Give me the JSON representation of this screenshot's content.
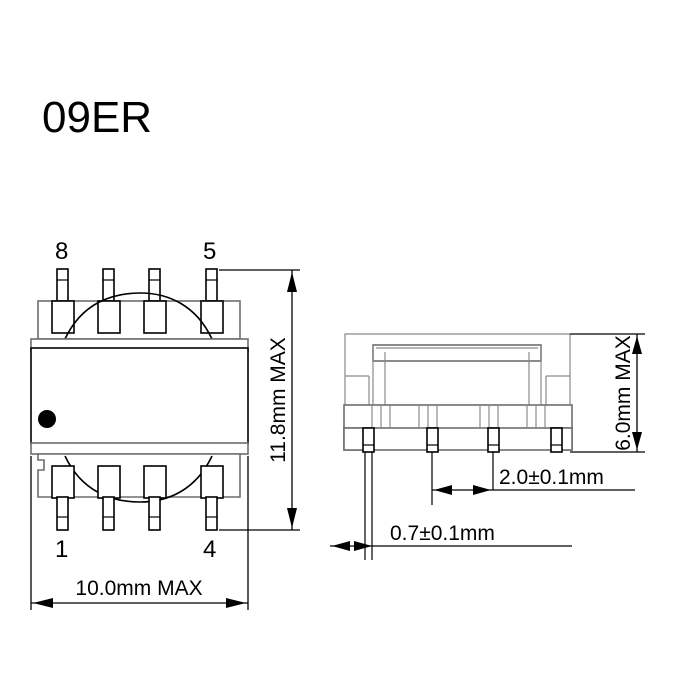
{
  "page": {
    "title": "09ER",
    "background_color": "#ffffff",
    "line_color": "#000000",
    "accent_gray": "#6e6e6e"
  },
  "front_view": {
    "name": "front-view",
    "pin_labels": {
      "top_left": "8",
      "top_right": "5",
      "bottom_left": "1",
      "bottom_right": "4"
    },
    "marker": "pin1-dot",
    "dimensions": {
      "height": "11.8mm MAX",
      "width": "10.0mm MAX"
    }
  },
  "side_view": {
    "name": "side-view",
    "dimensions": {
      "height": "6.0mm MAX",
      "pin_pitch": "2.0±0.1mm",
      "pin_width": "0.7±0.1mm"
    }
  }
}
